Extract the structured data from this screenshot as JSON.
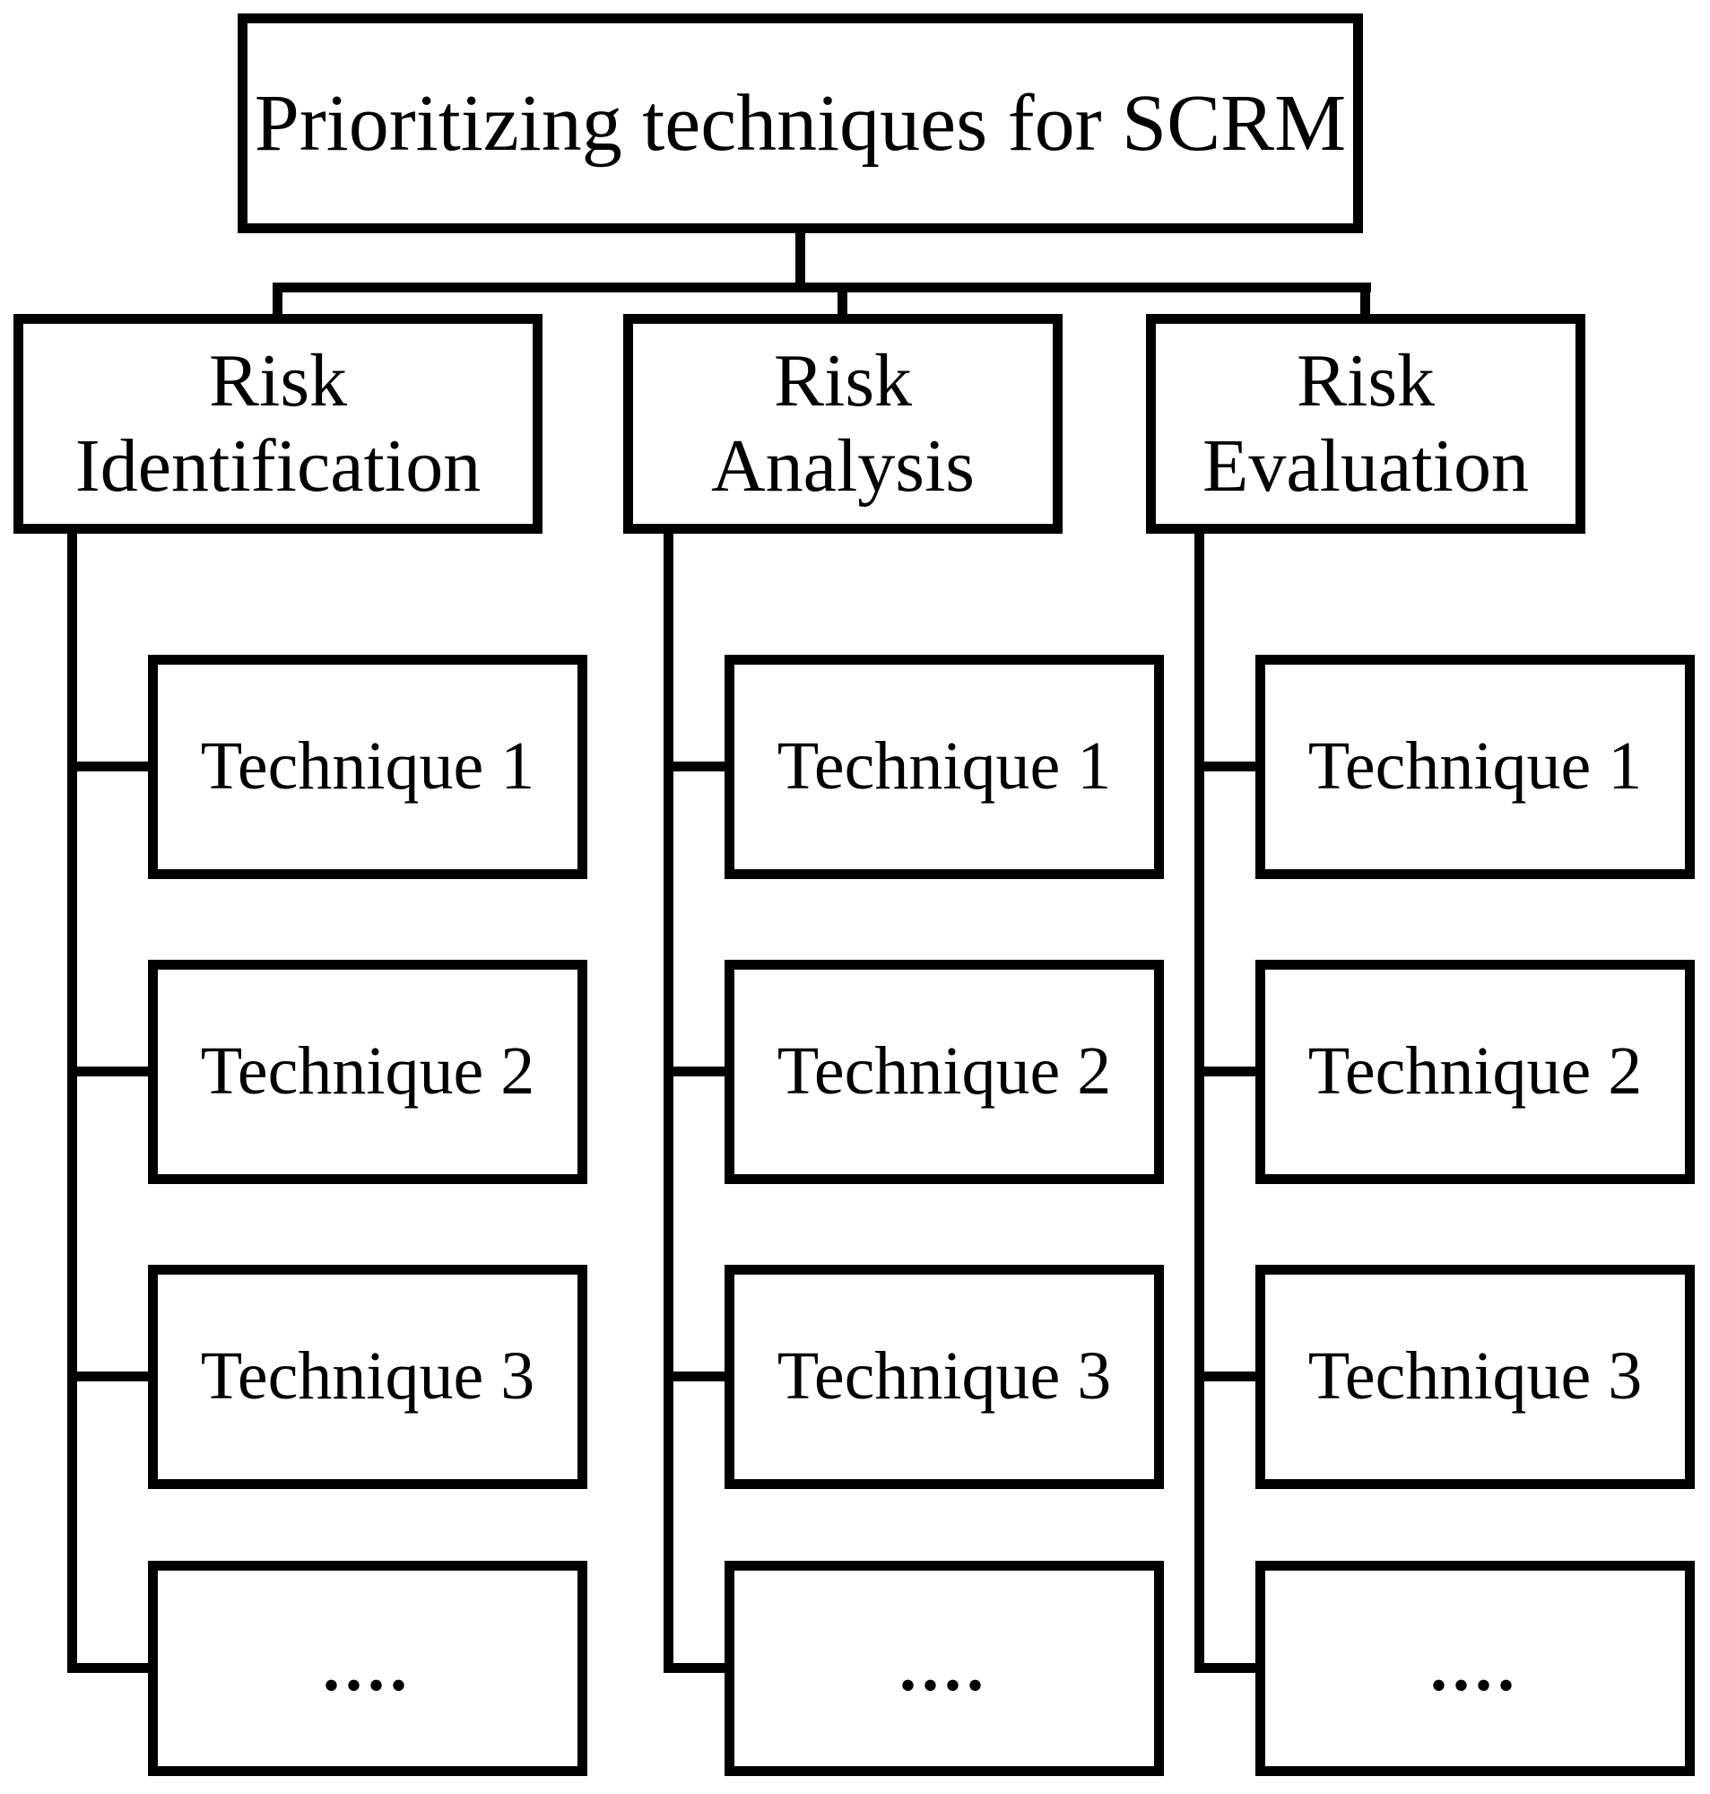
{
  "colors": {
    "stroke": "#000000",
    "background": "#ffffff"
  },
  "diagram": {
    "root": {
      "label": "Prioritizing techniques for SCRM"
    },
    "columns": [
      {
        "id": "risk-identification",
        "label_line1": "Risk",
        "label_line2": "Identification",
        "techniques": [
          "Technique 1",
          "Technique 2",
          "Technique 3",
          "...."
        ]
      },
      {
        "id": "risk-analysis",
        "label_line1": "Risk",
        "label_line2": "Analysis",
        "techniques": [
          "Technique 1",
          "Technique 2",
          "Technique 3",
          "...."
        ]
      },
      {
        "id": "risk-evaluation",
        "label_line1": "Risk",
        "label_line2": "Evaluation",
        "techniques": [
          "Technique 1",
          "Technique 2",
          "Technique 3",
          "...."
        ]
      }
    ]
  }
}
